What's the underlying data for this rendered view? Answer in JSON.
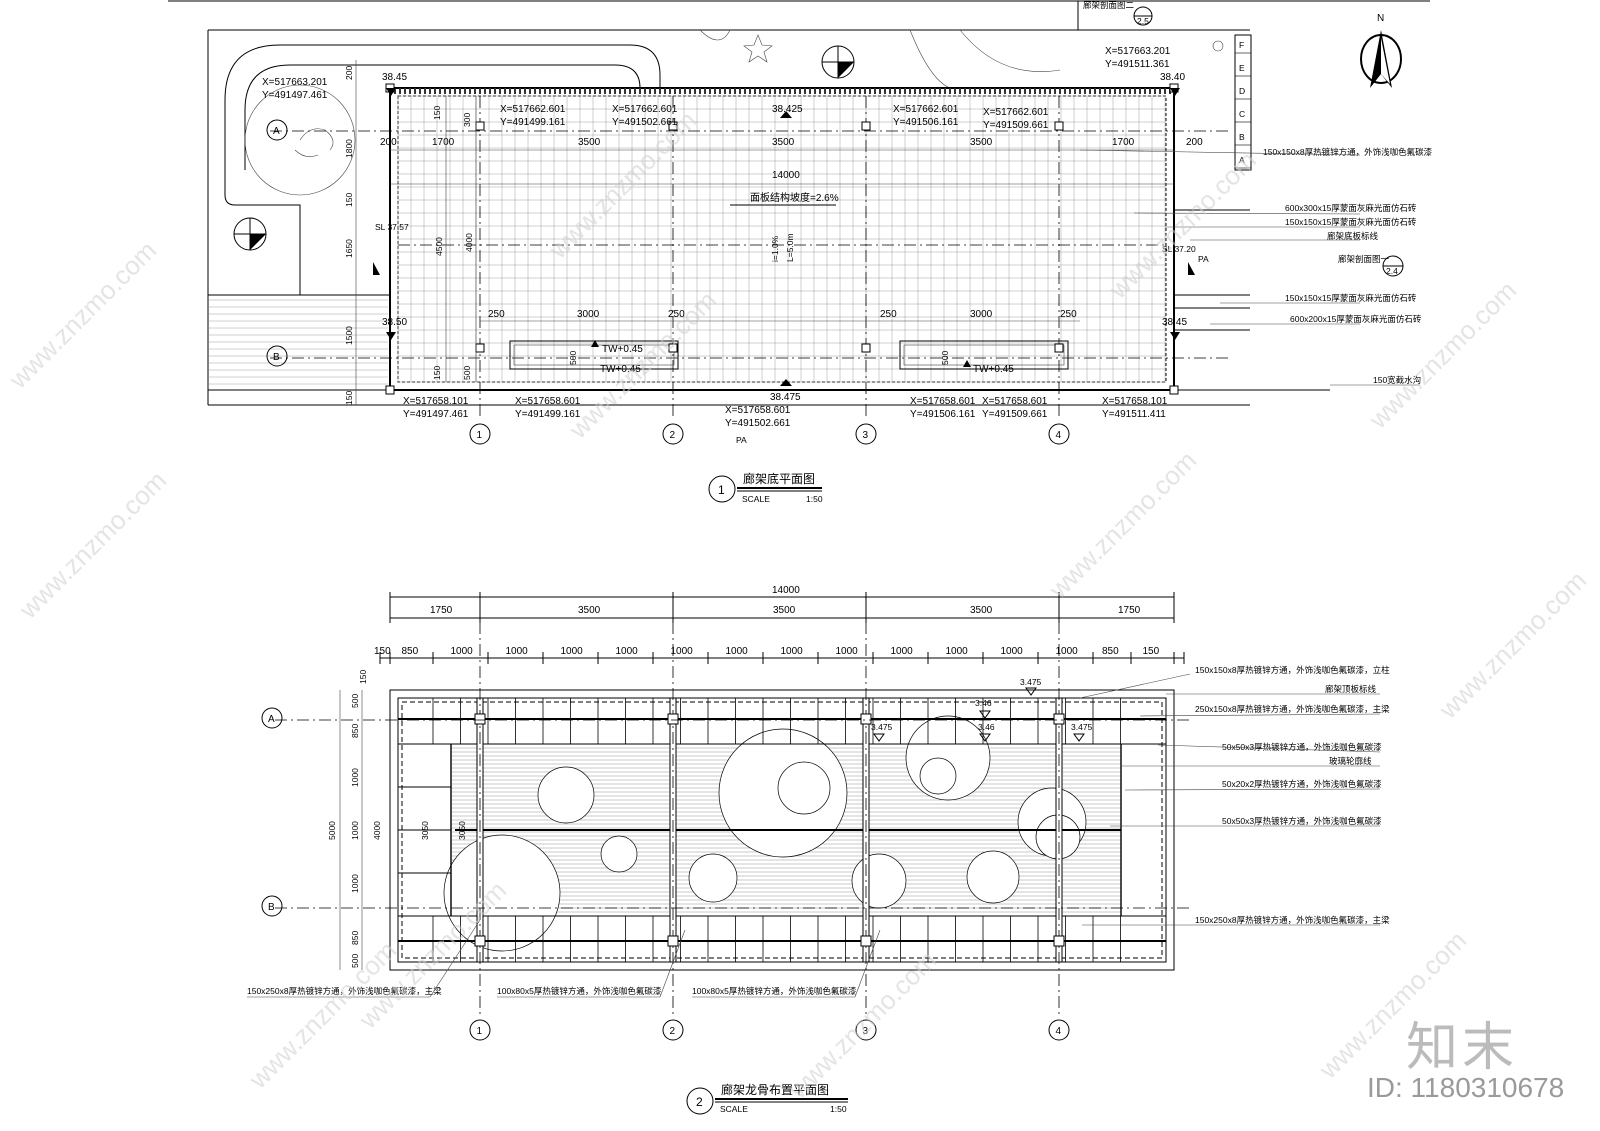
{
  "plan1": {
    "title": "廊架底平面图",
    "number": "1",
    "scale_label": "SCALE",
    "scale": "1:50",
    "coords_top": [
      {
        "x": "X=517663.201",
        "y": "Y=491497.461"
      },
      {
        "x": "X=517662.601",
        "y": "Y=491499.161"
      },
      {
        "x": "X=517662.601",
        "y": "Y=491502.661"
      },
      {
        "x": "X=517662.601",
        "y": "Y=491506.161"
      },
      {
        "x": "X=517662.601",
        "y": "Y=491509.661"
      },
      {
        "x": "X=517663.201",
        "y": "Y=491511.361"
      }
    ],
    "coords_bottom": [
      {
        "x": "X=517658.101",
        "y": "Y=491497.461"
      },
      {
        "x": "X=517658.601",
        "y": "Y=491499.161"
      },
      {
        "x": "X=517658.601",
        "y": "Y=491502.661"
      },
      {
        "x": "X=517658.601",
        "y": "Y=491506.161"
      },
      {
        "x": "X=517658.601",
        "y": "Y=491509.661"
      },
      {
        "x": "X=517658.101",
        "y": "Y=491511.411"
      }
    ],
    "elevations": [
      "38.45",
      "38.425",
      "38.40",
      "38.50",
      "38.45",
      "38.475"
    ],
    "dims_top": [
      "200",
      "1700",
      "3500",
      "3500",
      "3500",
      "1700",
      "200"
    ],
    "total": "14000",
    "slope": "面板结构坡度=2.6%",
    "mid_slope": "i=1.0%",
    "mid_len": "L=5.0m",
    "dims_bottom": [
      "250",
      "3000",
      "250",
      "250",
      "3000",
      "250"
    ],
    "left_dims": [
      "200",
      "1800",
      "150",
      "1650",
      "1500",
      "150"
    ],
    "inner_dims": [
      "150",
      "300",
      "4500",
      "4000",
      "150",
      "500"
    ],
    "tw_labels": [
      "TW+0.45",
      "TW+0.45",
      "TW+0.45"
    ],
    "bench_dim": "500",
    "sl_left": "SL 37.57",
    "sl_right": "SL 37.20",
    "pa": "PA",
    "axis_letters": [
      "A",
      "B"
    ],
    "axis_numbers": [
      "1",
      "2",
      "3",
      "4"
    ],
    "side_letters": [
      "F",
      "E",
      "D",
      "C",
      "B",
      "A"
    ],
    "callouts": [
      "150x150x8厚热镀锌方通，外饰浅咖色氟碳漆",
      "600x300x15厚蒙面灰麻光面仿石砖",
      "150x150x15厚蒙面灰麻光面仿石砖",
      "廊架底板标线",
      "廊架剖面图一",
      "150x150x15厚蒙面灰麻光面仿石砖",
      "600x200x15厚蒙面灰麻光面仿石砖",
      "150宽截水沟"
    ],
    "section_ref_top": "廊架剖面图二",
    "section_ref_top_num": "2.5",
    "section_ref_num": "2.4",
    "north": "N"
  },
  "plan2": {
    "title": "廊架龙骨布置平面图",
    "number": "2",
    "scale_label": "SCALE",
    "scale": "1:50",
    "total": "14000",
    "dims_row1": [
      "1750",
      "3500",
      "3500",
      "3500",
      "1750"
    ],
    "dims_row2": [
      "150",
      "850",
      "1000",
      "1000",
      "1000",
      "1000",
      "1000",
      "1000",
      "1000",
      "1000",
      "1000",
      "1000",
      "1000",
      "1000",
      "850",
      "150"
    ],
    "left_dims": [
      "150",
      "500",
      "850",
      "1000",
      "1000",
      "1000",
      "850",
      "500",
      "5000",
      "4000",
      "3050"
    ],
    "elevs": [
      "3.475",
      "3.475",
      "3.46",
      "3.46",
      "3.475"
    ],
    "callouts_right": [
      "150x150x8厚热镀锌方通，外饰浅咖色氟碳漆，立柱",
      "廊架顶板标线",
      "250x150x8厚热镀锌方通，外饰浅咖色氟碳漆，主梁",
      "50x50x3厚热镀锌方通，外饰浅咖色氟碳漆",
      "玻璃轮廓线",
      "50x20x2厚热镀锌方通，外饰浅咖色氟碳漆",
      "50x50x3厚热镀锌方通，外饰浅咖色氟碳漆",
      "150x250x8厚热镀锌方通，外饰浅咖色氟碳漆，主梁"
    ],
    "callouts_bottom": [
      "150x250x8厚热镀锌方通，外饰浅咖色氟碳漆，主梁",
      "100x80x5厚热镀锌方通，外饰浅咖色氟碳漆",
      "100x80x5厚热镀锌方通，外饰浅咖色氟碳漆"
    ],
    "axis_letters": [
      "A",
      "B"
    ],
    "axis_numbers": [
      "1",
      "2",
      "3",
      "4"
    ]
  },
  "watermark": {
    "site": "www.znzmo.com",
    "brand": "知末",
    "id": "ID: 1180310678"
  }
}
